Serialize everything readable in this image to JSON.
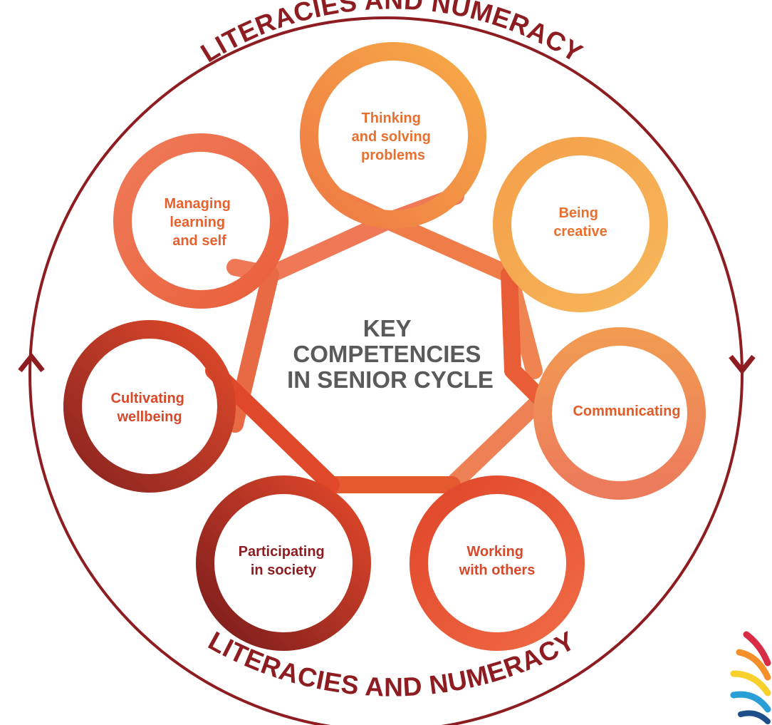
{
  "arc_top": "LITERACIES AND NUMERACY",
  "arc_bottom": "LITERACIES AND NUMERACY",
  "center_title": [
    "KEY",
    "COMPETENCIES",
    "IN SENIOR CYCLE"
  ],
  "competencies": {
    "thinking": [
      "Thinking",
      "and solving",
      "problems"
    ],
    "creative": [
      "Being",
      "creative"
    ],
    "communicating": [
      "Communicating"
    ],
    "working": [
      "Working",
      "with others"
    ],
    "participating": [
      "Participating",
      "in society"
    ],
    "wellbeing": [
      "Cultivating",
      "wellbeing"
    ],
    "managing": [
      "Managing",
      "learning",
      "and self"
    ]
  },
  "colors": {
    "outer_circle": "#8e1d22",
    "center_text": "#5a5a5a",
    "thinking_label": "#e8702f",
    "creative_label": "#e8702f",
    "communicating_label": "#e15b27",
    "working_label": "#d8482a",
    "participating_label": "#8e1d22",
    "wellbeing_label": "#d8482a",
    "managing_label": "#e8602e"
  },
  "icons": {
    "left_arrow": "chevron-up-icon",
    "right_arrow": "chevron-down-icon",
    "corner_logo": "ncca-logo-icon"
  }
}
